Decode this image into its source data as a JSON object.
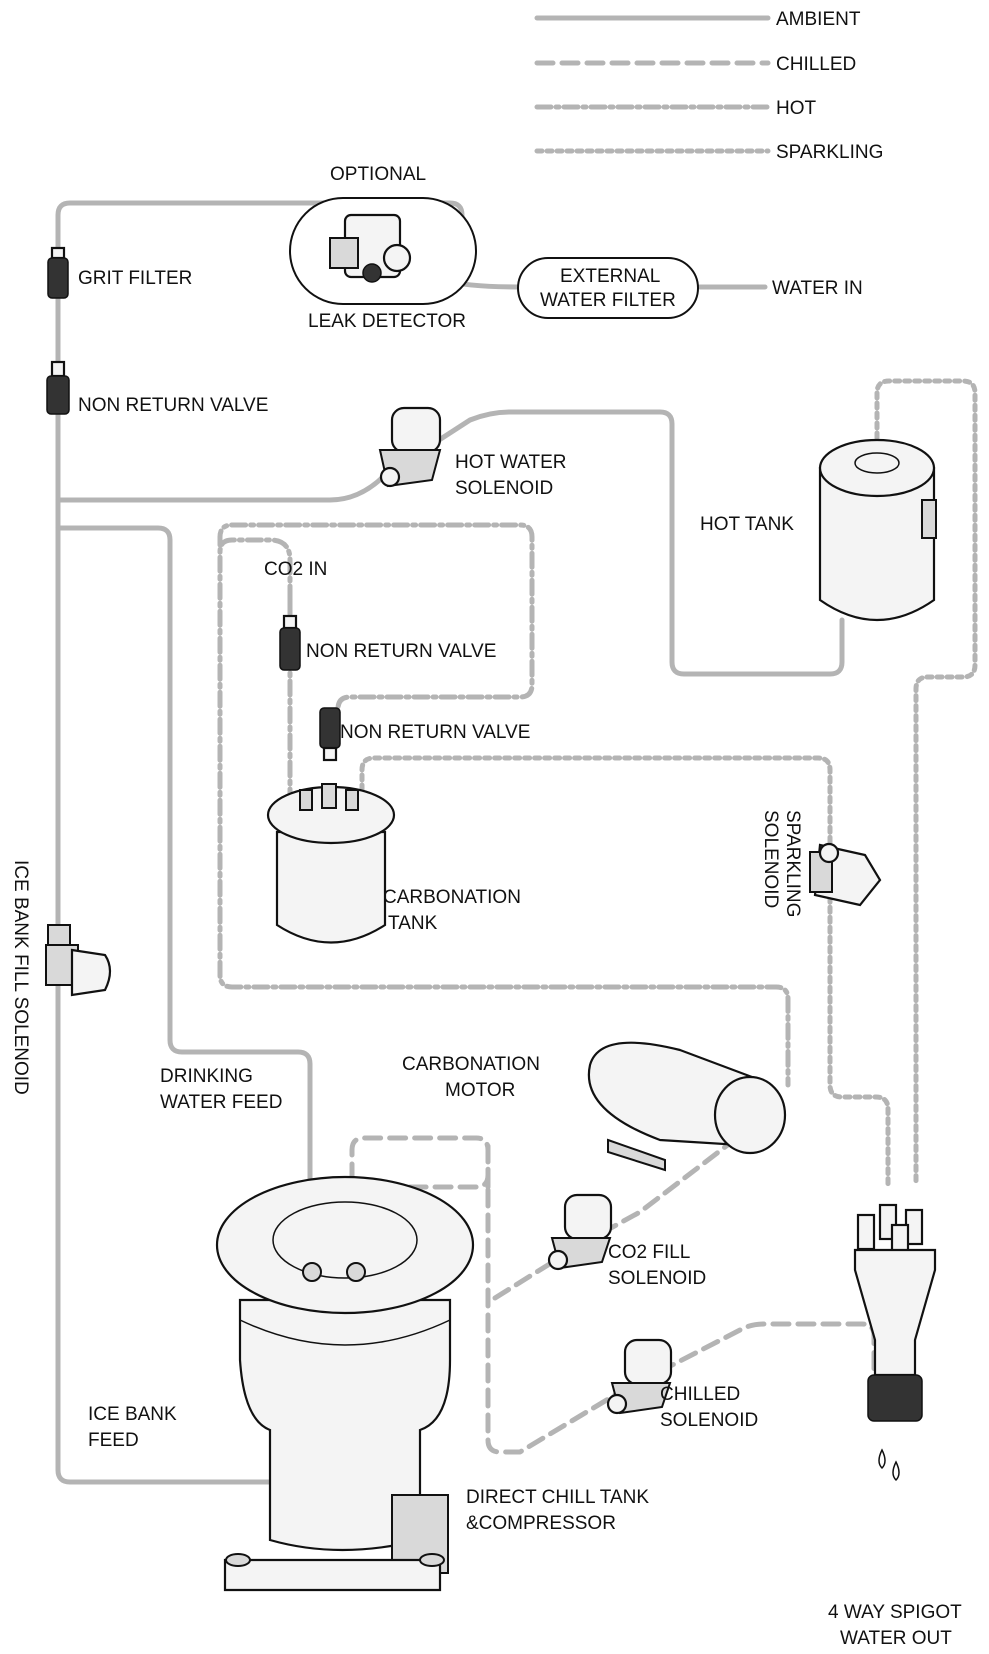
{
  "legend": {
    "ambient": "AMBIENT",
    "chilled": "CHILLED",
    "hot": "HOT",
    "sparkling": "SPARKLING"
  },
  "colors": {
    "pipe": "#b4b4b4",
    "ink": "#111111"
  },
  "labels": {
    "optional": "OPTIONAL",
    "leak_detector": "LEAK DETECTOR",
    "external_water_filter": [
      "EXTERNAL",
      "WATER FILTER"
    ],
    "water_in": "WATER IN",
    "grit_filter": "GRIT FILTER",
    "non_return_valve_main": "NON RETURN VALVE",
    "hot_water_solenoid": [
      "HOT WATER",
      "SOLENOID"
    ],
    "hot_tank": "HOT TANK",
    "co2_in": "CO2 IN",
    "non_return_valve_co2": "NON RETURN VALVE",
    "non_return_valve_carb": "NON RETURN VALVE",
    "sparkling_solenoid": [
      "SPARKLING",
      "SOLENOID"
    ],
    "carbonation_tank": [
      "CARBONATION",
      "TANK"
    ],
    "ice_bank_fill_solenoid": "ICE BANK FILL SOLENOID",
    "carbonation_motor": [
      "CARBONATION",
      "MOTOR"
    ],
    "drinking_water_feed": [
      "DRINKING",
      "WATER FEED"
    ],
    "co2_fill_solenoid": [
      "CO2 FILL",
      "SOLENOID"
    ],
    "chilled_solenoid": [
      "CHILLED",
      "SOLENOID"
    ],
    "ice_bank_feed": [
      "ICE BANK",
      "FEED"
    ],
    "direct_chill_tank": [
      "DIRECT CHILL TANK",
      "&COMPRESSOR"
    ],
    "spigot": [
      "4 WAY SPIGOT",
      "WATER OUT"
    ]
  }
}
